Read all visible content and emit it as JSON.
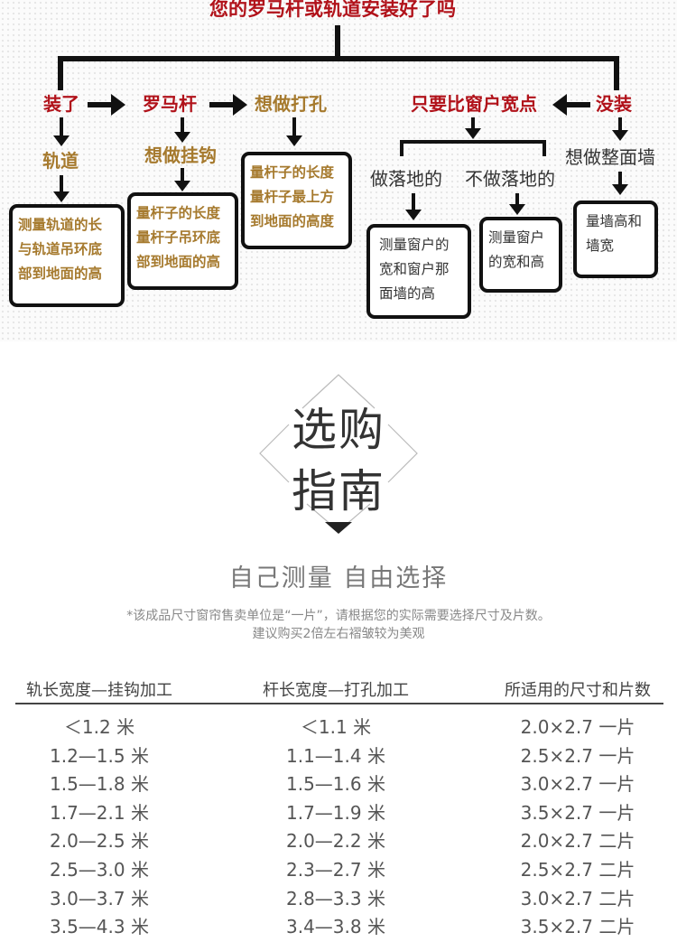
{
  "flow": {
    "question": "您的罗马杆或轨道安装好了吗",
    "installed": "装了",
    "roman_rod": "罗马杆",
    "want_holes": "想做打孔",
    "track": "轨道",
    "want_hooks": "想做挂钩",
    "box_track": [
      "测量轨道的长",
      "与轨道吊环底",
      "部到地面的高"
    ],
    "box_hooks": [
      "量杆子的长度",
      "量杆子吊环底",
      "部到地面的高"
    ],
    "box_holes": [
      "量杆子的长度",
      "量杆子最上方",
      "到地面的高度"
    ],
    "slightly_wider": "只要比窗户宽点",
    "not_installed": "没装",
    "floor": "做落地的",
    "not_floor": "不做落地的",
    "full_wall": "想做整面墙",
    "box_floor": [
      "测量窗户的",
      "宽和窗户那",
      "面墙的高"
    ],
    "box_not_floor": [
      "测量窗户",
      "的宽和高"
    ],
    "box_wall": [
      "量墙高和",
      "墙宽"
    ]
  },
  "guide": {
    "title_line1": "选购",
    "title_line2": "指南",
    "slogan": "自己测量  自由选择",
    "note1": "*该成品尺寸窗帘售卖单位是“一片”，请根据您的实际需要选择尺寸及片数。",
    "note2": "建议购买2倍左右褶皱较为美观"
  },
  "table": {
    "headers": [
      "轨长宽度—挂钩加工",
      "杆长宽度—打孔加工",
      "所适用的尺寸和片数"
    ],
    "col1": [
      "＜1.2 米",
      "1.2—1.5 米",
      "1.5—1.8 米",
      "1.7—2.1 米",
      "2.0—2.5 米",
      "2.5—3.0 米",
      "3.0—3.7 米",
      "3.5—4.3 米"
    ],
    "col2": [
      "＜1.1 米",
      "1.1—1.4 米",
      "1.5—1.6 米",
      "1.7—1.9 米",
      "2.0—2.2 米",
      "2.3—2.7 米",
      "2.8—3.3 米",
      "3.4—3.8 米"
    ],
    "col3": [
      "2.0×2.7 一片",
      "2.5×2.7 一片",
      "3.0×2.7 一片",
      "3.5×2.7 一片",
      "2.0×2.7 二片",
      "2.5×2.7 二片",
      "3.0×2.7 二片",
      "3.5×2.7 二片"
    ]
  }
}
